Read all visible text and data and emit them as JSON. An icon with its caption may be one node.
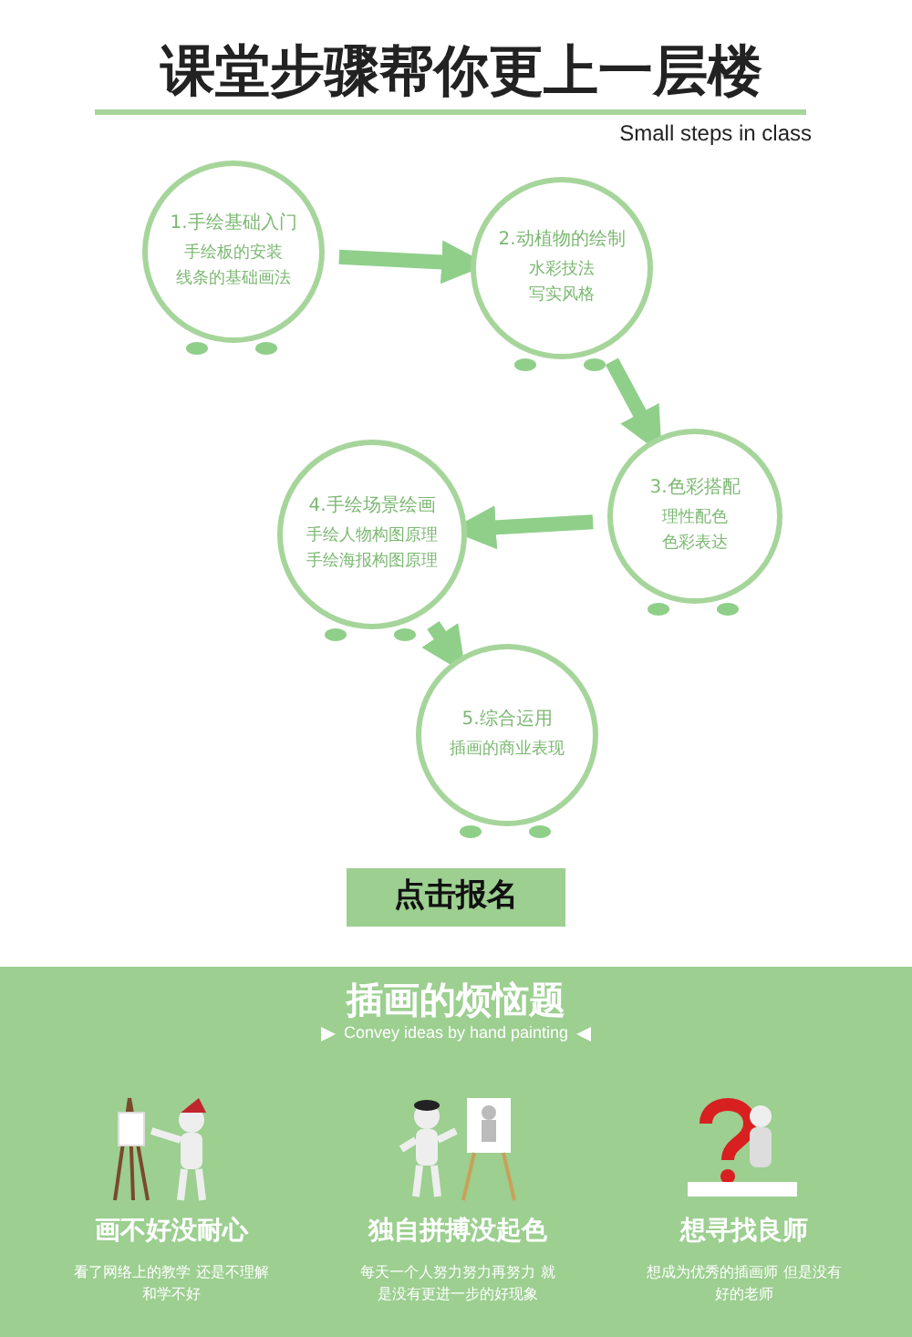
{
  "diagram": {
    "title": "课堂步骤帮你更上一层楼",
    "nodes": [
      {
        "text": [
          "1.手绘基础入门",
          "手绘板的安装",
          "线条的基础画法"
        ]
      },
      {
        "text": [
          "2.动植物的绘制",
          "水彩技法",
          "写实风格"
        ]
      },
      {
        "text": [
          "3.色彩搭配",
          "理性配色",
          "色彩表达"
        ]
      },
      {
        "text": [
          "4.手绘场景绘画",
          "手绘人物构图原理",
          "手绘海报构图原理"
        ]
      },
      {
        "text": [
          "5.综合运用",
          "插画的商业表现"
        ]
      }
    ],
    "edges": [
      {
        "from": 0,
        "to": 1,
        "arrow": "to"
      },
      {
        "from": 1,
        "to": 2,
        "arrow": "to"
      },
      {
        "from": 2,
        "to": 3,
        "arrow": "to"
      },
      {
        "from": 3,
        "to": 4,
        "arrow": "to"
      }
    ],
    "labels": [
      "Small steps in class",
      "点击报名",
      "插画的烦恼题",
      "Convey ideas by hand painting",
      "画不好没耐心",
      "看了网络上的教学 还是不理解和学不好",
      "独自拼搏没起色",
      "每天一个人努力努力再努力 就是没有更进一步的好现象",
      "想寻找良师",
      "想成为优秀的插画师 但是没有好的老师"
    ]
  }
}
